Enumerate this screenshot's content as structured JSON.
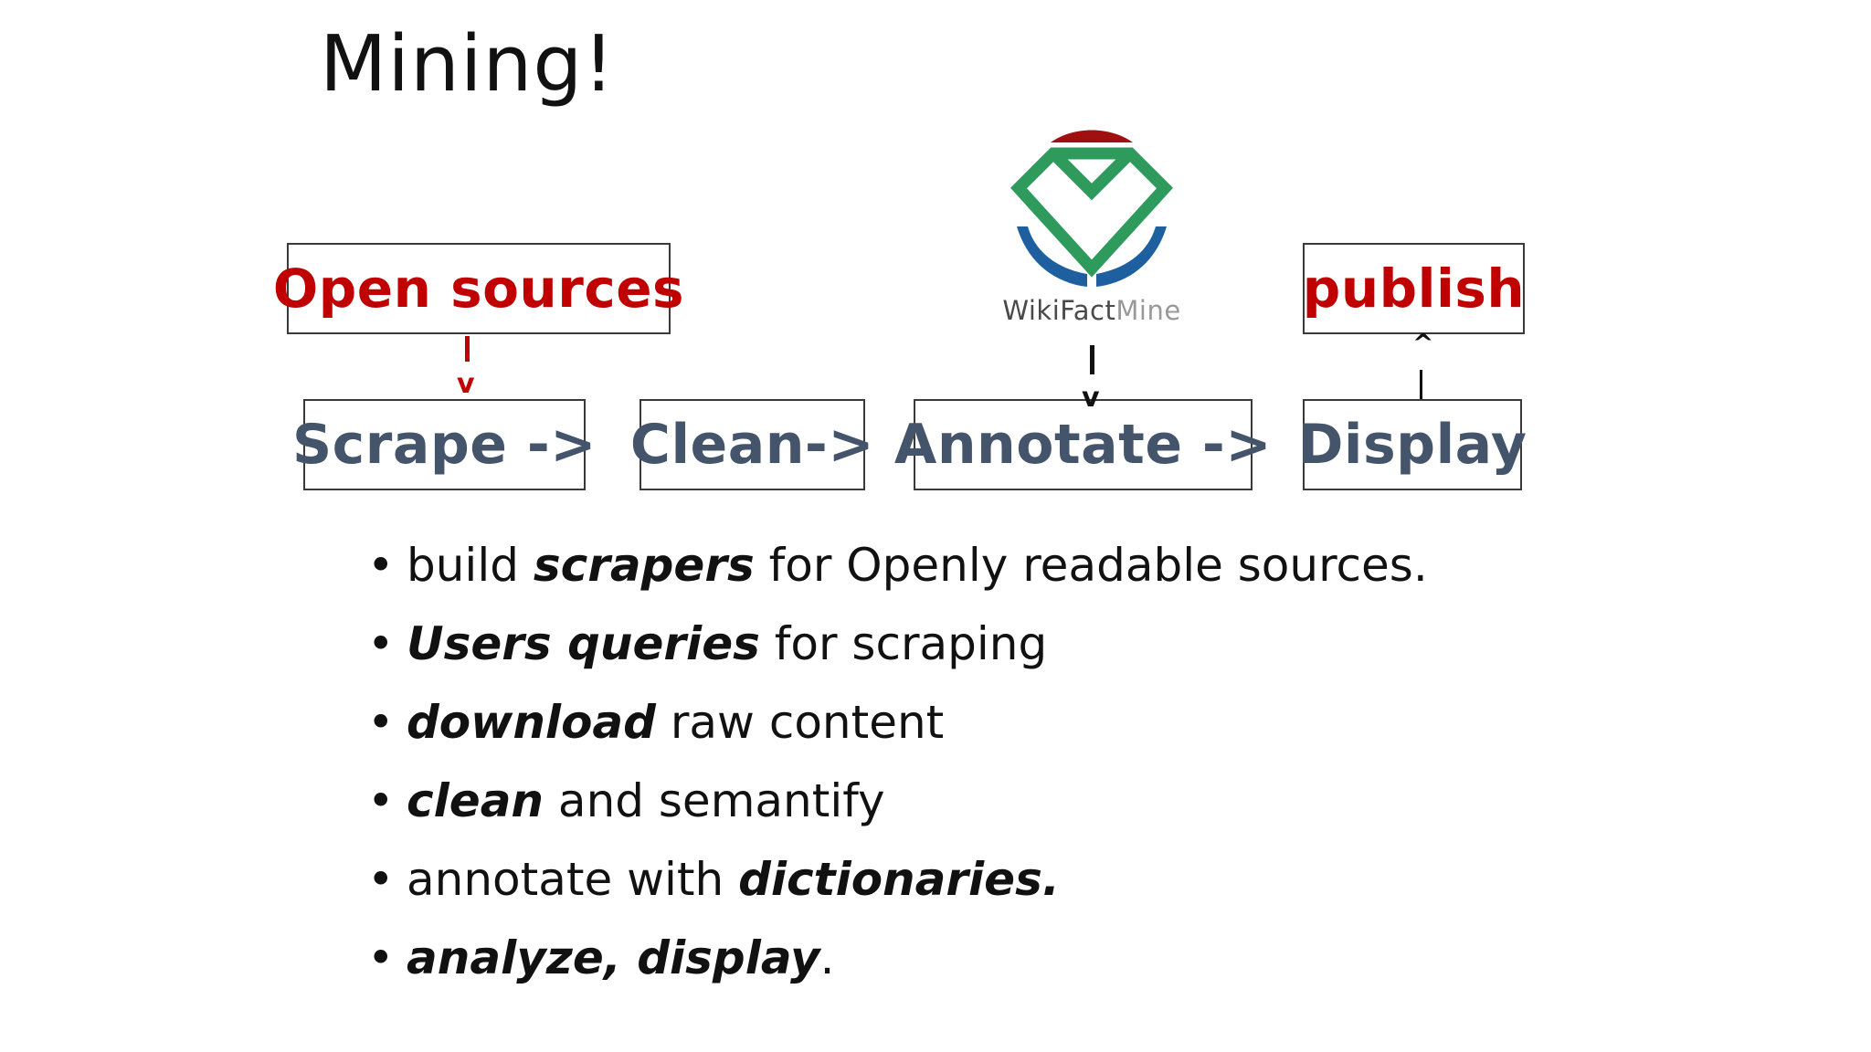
{
  "slide": {
    "title": "Mining!"
  },
  "pipeline": {
    "open_sources": "Open sources",
    "publish": "publish",
    "scrape": "Scrape ->",
    "clean": "Clean->",
    "annotate": "Annotate ->",
    "display": "Display",
    "arrow_down_glyph": "v",
    "arrow_up_glyph": "^"
  },
  "logo": {
    "text_main": "WikiFact",
    "text_accent": "Mine",
    "icon": "wikifactmine-logo-icon"
  },
  "bullets": [
    {
      "pre": "build ",
      "em": "scrapers",
      "post": " for Openly readable sources."
    },
    {
      "pre": "",
      "em": "Users queries",
      "post": " for scraping"
    },
    {
      "pre": "",
      "em": "download",
      "post": " raw content"
    },
    {
      "pre": "",
      "em": "clean",
      "post": " and semantify"
    },
    {
      "pre": "annotate with ",
      "em": "dictionaries.",
      "post": ""
    },
    {
      "pre": "",
      "em": "analyze, display",
      "post": "."
    }
  ],
  "bullet_glyph": "•",
  "colors": {
    "red": "#c00000",
    "slate": "#44546a",
    "logo_green": "#2e9a5c",
    "logo_red": "#a01010",
    "logo_blue": "#1e5fa0"
  }
}
